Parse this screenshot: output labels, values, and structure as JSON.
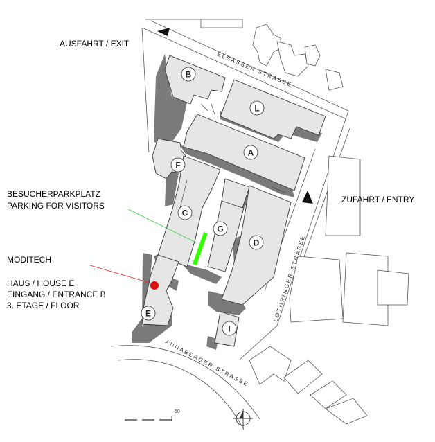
{
  "labels": {
    "exit": "AUSFAHRT / EXIT",
    "entry": "ZUFAHRT / ENTRY",
    "visitors_1": "BESUCHERPARKPLATZ",
    "visitors_2": "PARKING FOR VISITORS",
    "company": "MODITECH",
    "location_1": "HAUS / HOUSE E",
    "location_2": "EINGANG / ENTRANCE B",
    "location_3": "3. ETAGE / FLOOR"
  },
  "streets": {
    "north": "ELSASSER STRASSE",
    "east": "LOTHRINGER STRASSE",
    "south": "ANNABERGER STRASSE"
  },
  "buildings": {
    "B": "B",
    "L": "L",
    "A": "A",
    "F": "F",
    "C": "C",
    "G": "G",
    "D": "D",
    "E": "E",
    "I": "I"
  },
  "scale": {
    "value": "50"
  },
  "colors": {
    "building_fill": "#e6e6e6",
    "building_shadow": "#7a7a7a",
    "outline": "#333333",
    "marker": "#e01010",
    "parking": "#33ff00",
    "leader_green": "#33cc33",
    "leader_red": "#dd2222"
  }
}
